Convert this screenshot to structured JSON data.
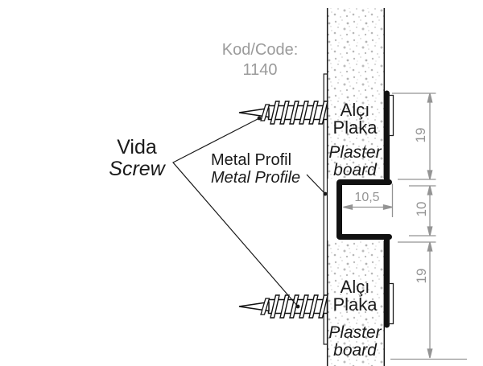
{
  "title_code": {
    "label": "Kod/Code:",
    "value": "1140"
  },
  "annotations": {
    "screw": {
      "name_tr": "Vida",
      "name_en": "Screw"
    },
    "metal_profile": {
      "name_tr": "Metal Profil",
      "name_en": "Metal Profile"
    },
    "plasterboard_upper": {
      "tr_line1": "Alçı",
      "tr_line2": "Plaka",
      "en_line1": "Plaster",
      "en_line2": "board"
    },
    "plasterboard_lower": {
      "tr_line1": "Alçı",
      "tr_line2": "Plaka",
      "en_line1": "Plaster",
      "en_line2": "board"
    }
  },
  "dimensions": {
    "upper_board_thickness": "19",
    "middle_gap_height": "10",
    "lower_board_thickness": "19",
    "channel_inner_width": "10,5"
  },
  "colors": {
    "ink": "#111111",
    "dimension_gray": "#949494",
    "code_text_gray": "#9b9b9b",
    "wall_speckle": "#bdbdbd"
  }
}
